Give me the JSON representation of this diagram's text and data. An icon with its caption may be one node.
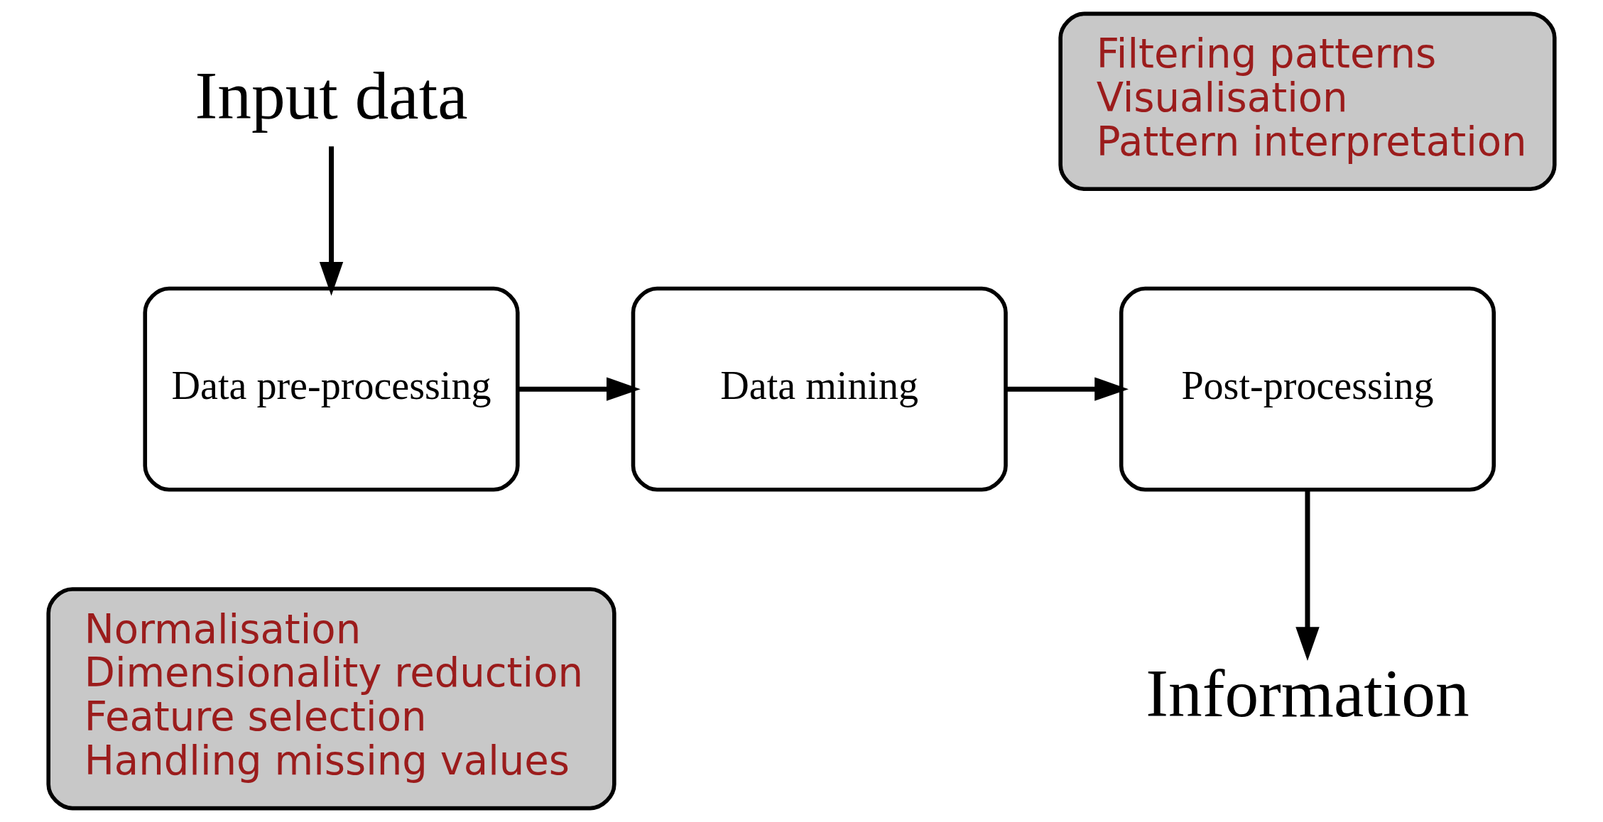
{
  "diagram": {
    "nodes": [
      {
        "text": [
          "Input data"
        ]
      },
      {
        "text": [
          "Data pre-processing"
        ]
      },
      {
        "text": [
          "Data mining"
        ]
      },
      {
        "text": [
          "Post-processing"
        ]
      },
      {
        "text": [
          "Information"
        ]
      },
      {
        "text": [
          "Normalisation",
          "Dimensionality reduction",
          "Feature selection",
          "Handling missing values"
        ]
      },
      {
        "text": [
          "Filtering patterns",
          "Visualisation",
          "Pattern interpretation"
        ]
      }
    ],
    "edges": [
      {
        "from": 0,
        "to": 1,
        "arrow": "to"
      },
      {
        "from": 1,
        "to": 2,
        "arrow": "to"
      },
      {
        "from": 2,
        "to": 3,
        "arrow": "to"
      },
      {
        "from": 3,
        "to": 4,
        "arrow": "to"
      }
    ]
  }
}
